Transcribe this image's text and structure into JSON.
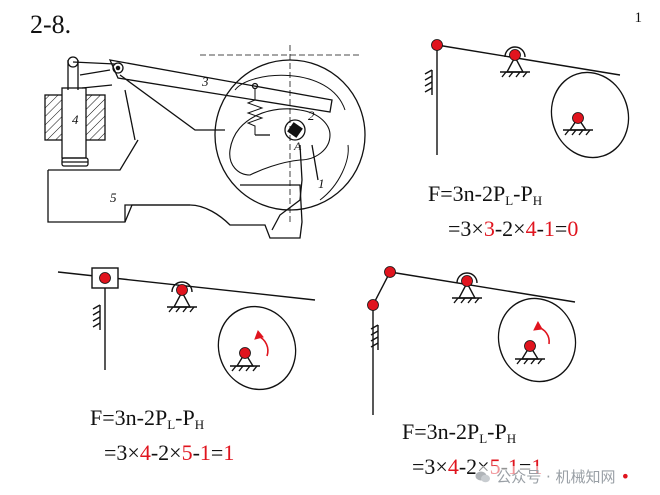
{
  "title": "2-8.",
  "page_number": "1",
  "figure_labels": {
    "link3": "3",
    "part4": "4",
    "link2": "2",
    "pointA": "A",
    "part1": "1",
    "frame5": "5"
  },
  "formula_line1": {
    "prefix": "F=3n-2P",
    "sub_L": "L",
    "mid": "-P",
    "sub_H": "H"
  },
  "formulas": {
    "f1": {
      "a": "=3×",
      "n": "3",
      "b": "-2×",
      "pl": "4",
      "c": "-",
      "ph": "1",
      "d": "=",
      "F": "0"
    },
    "f2": {
      "a": "=3×",
      "n": "4",
      "b": "-2×",
      "pl": "5",
      "c": "-",
      "ph": "1",
      "d": "=",
      "F": "1"
    },
    "f3": {
      "a": "=3×",
      "n": "4",
      "b": "-2×",
      "pl": "5",
      "c": "-",
      "ph": "1",
      "d": "=",
      "F": "1"
    }
  },
  "watermark": {
    "text": "公众号 · 机械知网",
    "dot": "•"
  },
  "colors": {
    "joint": "#e0141e",
    "line": "#111111",
    "formula_red": "#e0141e",
    "watermark": "#9aa0a6"
  }
}
